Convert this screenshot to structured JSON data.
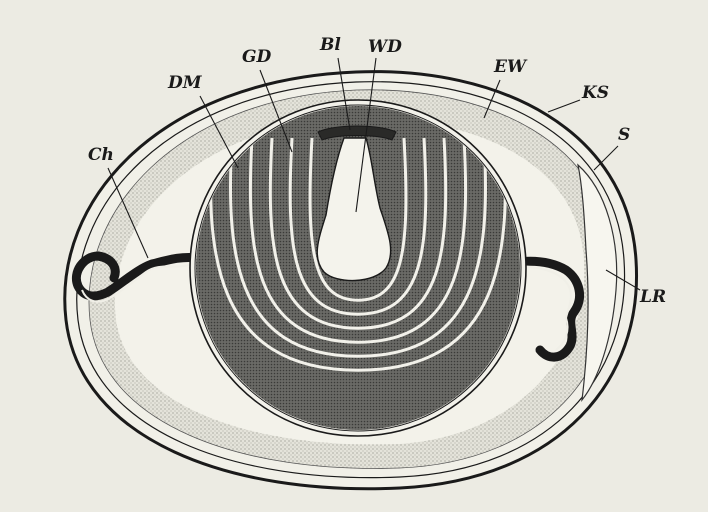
{
  "figure": {
    "labels": {
      "gd": "GD",
      "bl": "Bl",
      "wd": "WD",
      "dm": "DM",
      "ew": "EW",
      "ks": "KS",
      "ch": "Ch",
      "s": "S",
      "lr": "LR"
    },
    "colors": {
      "paper": "#ecebe3",
      "ink": "#1a1a1a",
      "white_shade": "#d9d8d0",
      "yolk_shade": "#5c5c5c",
      "yolk_band_light": "#f2f1ea"
    },
    "yolk_layer_count": 6
  }
}
